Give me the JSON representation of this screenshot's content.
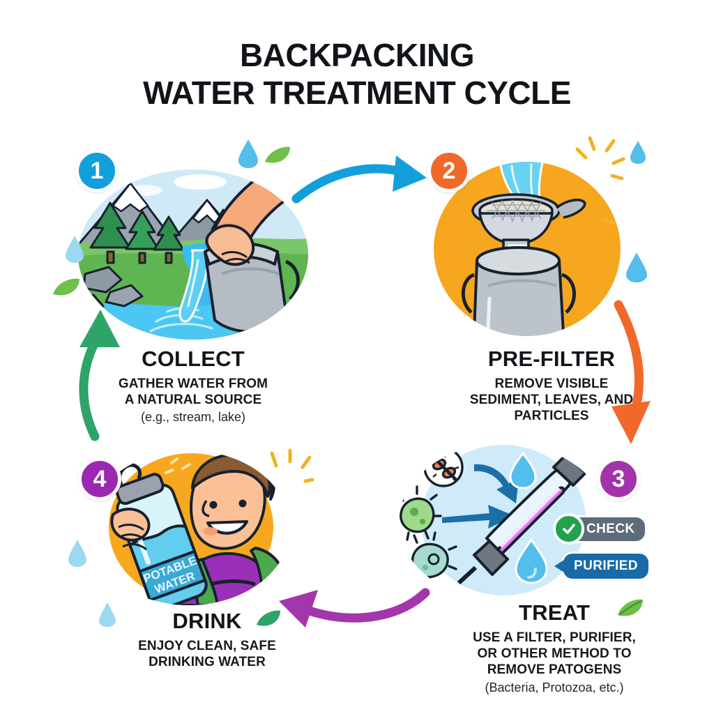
{
  "title": {
    "line1": "BACKPACKING",
    "line2": "WATER TREATMENT CYCLE"
  },
  "colors": {
    "step1_badge": "#12a0dc",
    "step2_badge": "#f1692a",
    "step3_badge": "#a233a8",
    "step4_badge": "#9c27b0",
    "arrow_1_to_2": "#139fdb",
    "arrow_2_to_3": "#f1692a",
    "arrow_3_to_4": "#a336ab",
    "arrow_4_to_1": "#2ea468",
    "text": "#111418",
    "step1_circle_bg": "#cfe9f7",
    "step2_circle_bg": "#f6a61f",
    "step3_circle_bg": "#cfeaf8",
    "step4_circle_bg": "#f7a81e",
    "check_badge_bg": "#5d6b7a",
    "check_circle": "#22a24c",
    "purified_badge_bg": "#1a6aa8"
  },
  "steps": [
    {
      "number": "1",
      "title": "COLLECT",
      "sub_line1": "GATHER WATER FROM",
      "sub_line2": "A NATURAL SOURCE",
      "note": "(e.g., stream, lake)",
      "illustration": "mountain-stream-bucket-scene"
    },
    {
      "number": "2",
      "title": "PRE-FILTER",
      "sub_line1": "REMOVE VISIBLE",
      "sub_line2": "SEDIMENT, LEAVES, AND",
      "sub_line3": "PARTICLES",
      "illustration": "sieve-funnel-over-pot-scene"
    },
    {
      "number": "3",
      "title": "TREAT",
      "sub_line1": "USE A FILTER, PURIFIER,",
      "sub_line2": "OR OTHER METHOD TO",
      "sub_line3": "REMOVE  PATOGENS",
      "note": "(Bacteria, Protozoa, etc.)",
      "illustration": "uv-purifier-pen-with-germs-scene"
    },
    {
      "number": "4",
      "title": "DRINK",
      "sub_line1": "ENJOY CLEAN, SAFE",
      "sub_line2": "DRINKING WATER",
      "illustration": "hiker-drinking-bottle-scene"
    }
  ],
  "pills": {
    "check_label": "CHECK",
    "purified_label": "PURIFIED"
  },
  "bottle_label": {
    "line1": "POTABLE",
    "line2": "WATER"
  }
}
